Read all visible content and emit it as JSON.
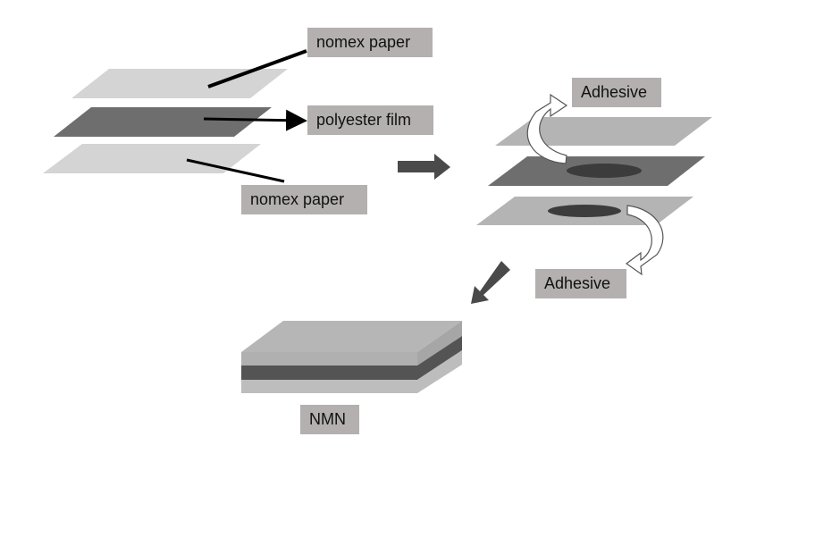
{
  "labels": {
    "nomex_top": "nomex paper",
    "polyester": "polyester film",
    "nomex_bottom": "nomex paper",
    "adhesive_top": "Adhesive",
    "adhesive_bottom": "Adhesive",
    "result": "NMN"
  },
  "colors": {
    "nomex": "#d4d4d4",
    "polyester": "#6e6e6e",
    "adhesive_sheet": "#b4b4b4",
    "label_bg": "#b4b0b0",
    "arrow": "#4a4a4a",
    "adhesive_spot": "#3c3c3c"
  }
}
